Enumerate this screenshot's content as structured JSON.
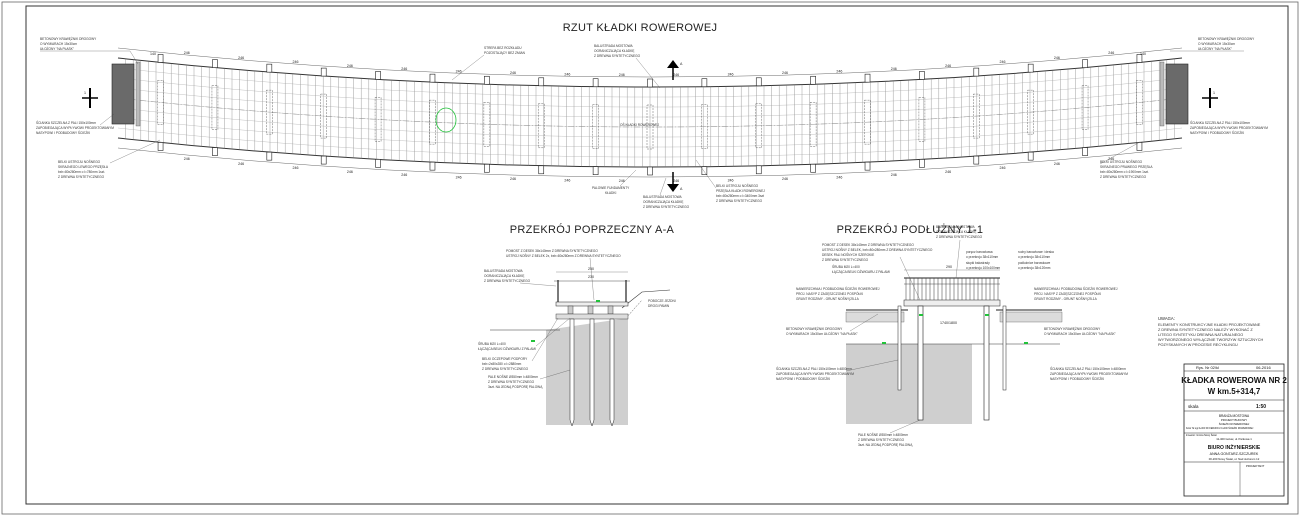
{
  "sheet": {
    "section_plan_title": "RZUT KŁADKI ROWEROWEJ",
    "section_cross_title": "PRZEKRÓJ POPRZECZNY A-A",
    "section_long_title": "PRZEKRÓJ PODŁUŻNY 1-1"
  },
  "plan_notes": {
    "left_top": [
      "BETONOWY KRAWĘŻNIK DROGOWY",
      "O WYMIARACH 15x30cm",
      "UŁOŻONY \"NA PŁASK\""
    ],
    "left_mid": [
      "ŚCIANKA SZCZELNA Z PALI 150x100mm",
      "ZAPOBIEGAJĄCA WYPŁYWOWI PROJEKTOWANYM",
      "NASYPOWI I PODBUDOWY ŚCIEŻKI"
    ],
    "left_bottom": [
      "BELKI USTROJU NOŚNEGO",
      "SKRAJNEGO LEWEGO PRZĘSŁA",
      "bxh=80x280mm o l=780mm 1szt.",
      "Z DREWNA SYNTETYCZNEGO"
    ],
    "center_top_left": [
      "STREFA BEZ ROZKŁADU",
      "POZOSTAJĄCY BEZ ZMIAN"
    ],
    "center_top": [
      "BALUSTRADA MOSTOWA",
      "OGRANICZAJĄCA KŁADKĘ",
      "Z DREWNA SYNTETYCZNEGO"
    ],
    "center_bottom_left": [
      "PALOWIE FUNDAMENTY",
      "KŁADKI"
    ],
    "center_bottom": [
      "BALUSTRADA MOSTOWA",
      "OGRANICZAJĄCA KŁADKĘ",
      "Z DREWNA SYNTETYCZNEGO"
    ],
    "center_bottom_right": [
      "BELKI USTROJU NOŚNEGO",
      "PRZĘSŁA KŁADKI ROWEROWEJ",
      "bxh=80x280mm o l=3400mm 3szt",
      "Z DREWNA SYNTETYCZNEGO"
    ],
    "right_top": [
      "BETONOWY KRAWĘŻNIK DROGOWY",
      "O WYMIARACH 15x30cm",
      "UŁOŻONY \"NA PŁASK\""
    ],
    "right_mid": [
      "ŚCIANKA SZCZELNA Z PALI 150x100mm",
      "ZAPOBIEGAJĄCA WYPŁYWOWI PROJEKTOWANYM",
      "NASYPOWI I PODBUDOWY ŚCIEŻKI"
    ],
    "right_bottom": [
      "BELKI USTROJU NOŚNEGO",
      "SKRAJNEGO PRAWEGO PRZĘSŁA",
      "bxh=80x280mm o l=1900mm 1szt.",
      "Z DREWNA SYNTETYCZNEGO"
    ]
  },
  "plan_dims": {
    "spans": [
      "246",
      "246",
      "246",
      "246",
      "246",
      "246",
      "246",
      "246",
      "246",
      "246",
      "246",
      "246",
      "246",
      "246",
      "246",
      "246",
      "246",
      "246"
    ],
    "end_left": "140",
    "end_right": "140",
    "marker_top": "A",
    "marker_bottom": "A",
    "marker_left": "1",
    "marker_right": "1",
    "green_label": "OŚ KŁADKI ROWEROWEJ"
  },
  "cross_notes": {
    "top": [
      "POMOST Z DESEK 38x140mm Z DREWNA SYNTETYCZNEGO",
      "USTROJ NOŚNY Z BELEK 2x, bxh=80x280mm Z DREWNA SYNTETYCZNEGO"
    ],
    "rail": [
      "BALUSTRADA MOSTOWA",
      "OGRANICZAJĄCA KŁADKĘ",
      "Z DREWNA SYNTETYCZNEGO"
    ],
    "slope": [
      "POBOCZE JEZDNI",
      "DROGI  PAMIN"
    ],
    "bolt": [
      "ŚRUBA M20 L=400",
      "ŁĄCZĄCA BELKI DŹWIGARU Z PALAMI"
    ],
    "beam": [
      "BELKI OCZEPOWE PODPORY",
      "bxh=2x80x280 o l=2880mm",
      "Z DREWNA SYNTETYCZNEGO"
    ],
    "piles": [
      "PALE NOŚNE Ø350mm l=4800mm",
      "Z DREWNA SYNTETYCZNEGO",
      "3szt. NA JEDNĄ PODPORĘ PALOWĄ"
    ],
    "dim_top": "250",
    "dim_top2": "230"
  },
  "long_notes": {
    "top_left": [
      "POMOST Z DESEK 38x140mm Z DREWNA SYNTETYCZNEGO",
      "USTROJ NOŚNY Z BELEK, bxh=80x280mm Z DREWNA SYNTETYCZNEGO",
      "DESEK PALI NOŚNYCH SZEROKIE",
      "Z DREWNA SYNTETYCZNEGO"
    ],
    "top_mid": [
      "BALUSTRADA MOSTOWA",
      "OGRANICZAJĄCA KŁADKĘ",
      "Z DREWNA SYNTETYCZNEGO"
    ],
    "top_right": [
      "poręcz barowkowa",
      "o przekroju 38x110mm",
      "słupki balustrady",
      "o przekroju 100x100mm"
    ],
    "top_far_right": [
      "ruchy barowkowe i deska",
      "o przekroju 38x110mm",
      "podłużnice barowkowe",
      "o przekroju 38x120mm"
    ],
    "bolt": [
      "ŚRUBA M20 L=400",
      "ŁĄCZĄCA BELKI DŹWIGARU Z PALAMI"
    ],
    "left": [
      "NAWIERZCHNIA I PODBUDOWA ŚCIEŻKI ROWEROWEJ",
      "PROJ. NASYP Z ZAGĘSZCZONEJ POSPÓŁKI",
      "GRUNT RODZIMY - GRUNT NOŚNY(25-1A"
    ],
    "right": [
      "NAWIERZCHNIA I PODBUDOWA ŚCIEŻKI ROWEROWEJ",
      "PROJ. NASYP Z ZAGĘSZCZONEJ POSPÓŁKI",
      "GRUNT RODZIMY - GRUNT NOŚNY(25-1A"
    ],
    "curb_left": [
      "BETONOWY KRAWĘŻNIK DROGOWY",
      "O WYMIARACH 15x30cm UŁOŻONY \"NA PŁASK\""
    ],
    "curb_right": [
      "BETONOWY KRAWĘŻNIK DROGOWY",
      "O WYMIARACH 15x30cm UŁOŻONY \"NA PŁASK\""
    ],
    "wall_left": [
      "ŚCIANKA SZCZELNA Z PALI 150x100mm l=4800mm",
      "ZAPOBIEGAJĄCA WYPŁYWOWI PROJEKTOWANYM",
      "NASYPOWI I PODBUDOWY ŚCIEŻKI"
    ],
    "wall_right": [
      "ŚCIANKA SZCZELNA Z PALI 150x100mm l=4800mm",
      "ZAPOBIEGAJĄCA WYPŁYWOWI PROJEKTOWANYM",
      "NASYPOWI I PODBUDOWY ŚCIEŻKI"
    ],
    "piles": [
      "PALE NOŚNE Ø350mm l=4800mm",
      "Z DREWNA SYNTETYCZNEGO",
      "3szt. NA JEDNĄ PODPORĘ PALOWĄ"
    ],
    "dim_top": "290",
    "dim_span": "1740/1800"
  },
  "remarks": {
    "heading": "UWAGA:",
    "lines": [
      "ELEMENTY KONSTRUKCYJNE KŁADKI PROJEKTOWANE",
      "Z DREWNA SYNTETYCZNEGO NALEŻY WYKONAĆ Z",
      "LITEGO SYNTETYKU DREWNA NATURALNEGO",
      "WYTWORZONEGO WYŁĄCZNIE TWORZYW SZTUCZNYCH",
      "POZYSKANYCH W PROCESIE RECYKLINGU"
    ]
  },
  "title_block": {
    "drawing_no": "Rys. Nr 02/kl",
    "date": "06-2016",
    "title_line1": "KŁADKA ROWEROWA NR 2",
    "title_line2": "W  km.5+314,7",
    "scale_label": "skala",
    "scale_value": "1:50",
    "stage": "BRANŻA MOSTOWA",
    "stage2": "PROJEKT BUDOWY",
    "stage3": "ŚCIEŻKI ROWEROWEJ",
    "desc1": "Kolor Nr.ogr.0+000 W KIERUNKU 0+000 ŚCIEŻKI ROWEROWEJ",
    "desc2": "Inwestor: Gmina Nowy Świat",
    "desc3": "11-400 Gołuw, ul. Parkowa 1",
    "office1": "BIURO INŻYNIERSKIE",
    "office2": "ANNA GONTARZ-SZCZUREK",
    "office3": "00-200 Nowy Świat, ul. Nad Jeziorem 12",
    "role": "PROJEKTANT"
  },
  "colors": {
    "line": "#333333",
    "ground": "#cfcfcf",
    "green": "#22c23a",
    "curb": "#555555"
  }
}
